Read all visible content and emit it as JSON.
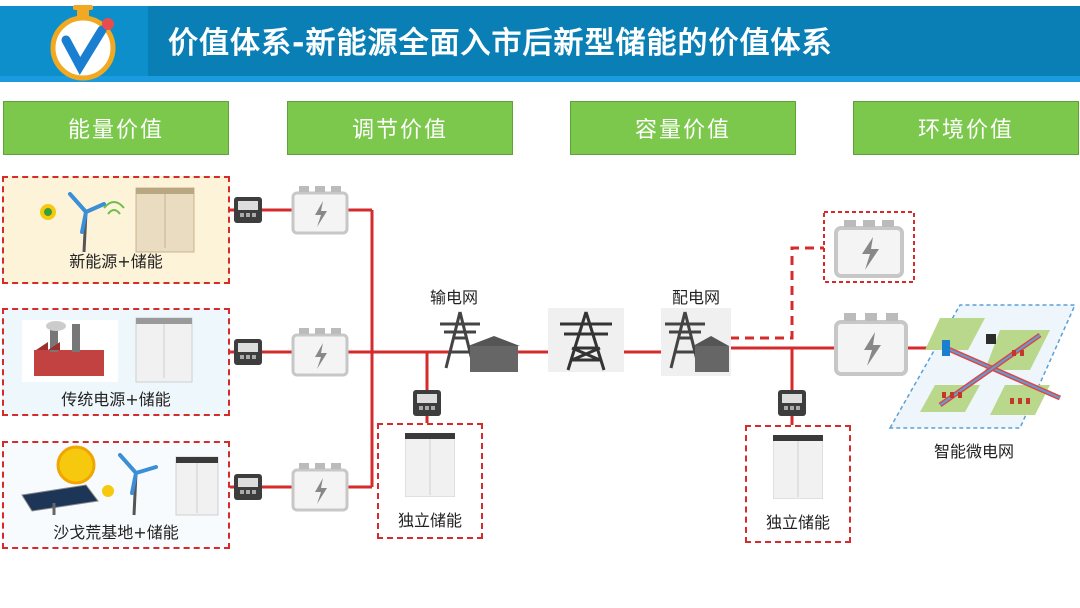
{
  "header": {
    "title": "价值体系-新能源全面入市后新型储能的价值体系"
  },
  "categories": [
    "能量价值",
    "调节价值",
    "容量价值",
    "环境价值"
  ],
  "sources": {
    "renewable": "新能源+储能",
    "traditional": "传统电源+储能",
    "desert": "沙戈荒基地+储能"
  },
  "grid": {
    "transmission": "输电网",
    "distribution": "配电网",
    "microgrid": "智能微电网",
    "standalone_left": "独立储能",
    "standalone_right": "独立储能"
  },
  "colors": {
    "accent": "#0a7fb5",
    "category": "#7cc84d",
    "line": "#d62b2b"
  }
}
